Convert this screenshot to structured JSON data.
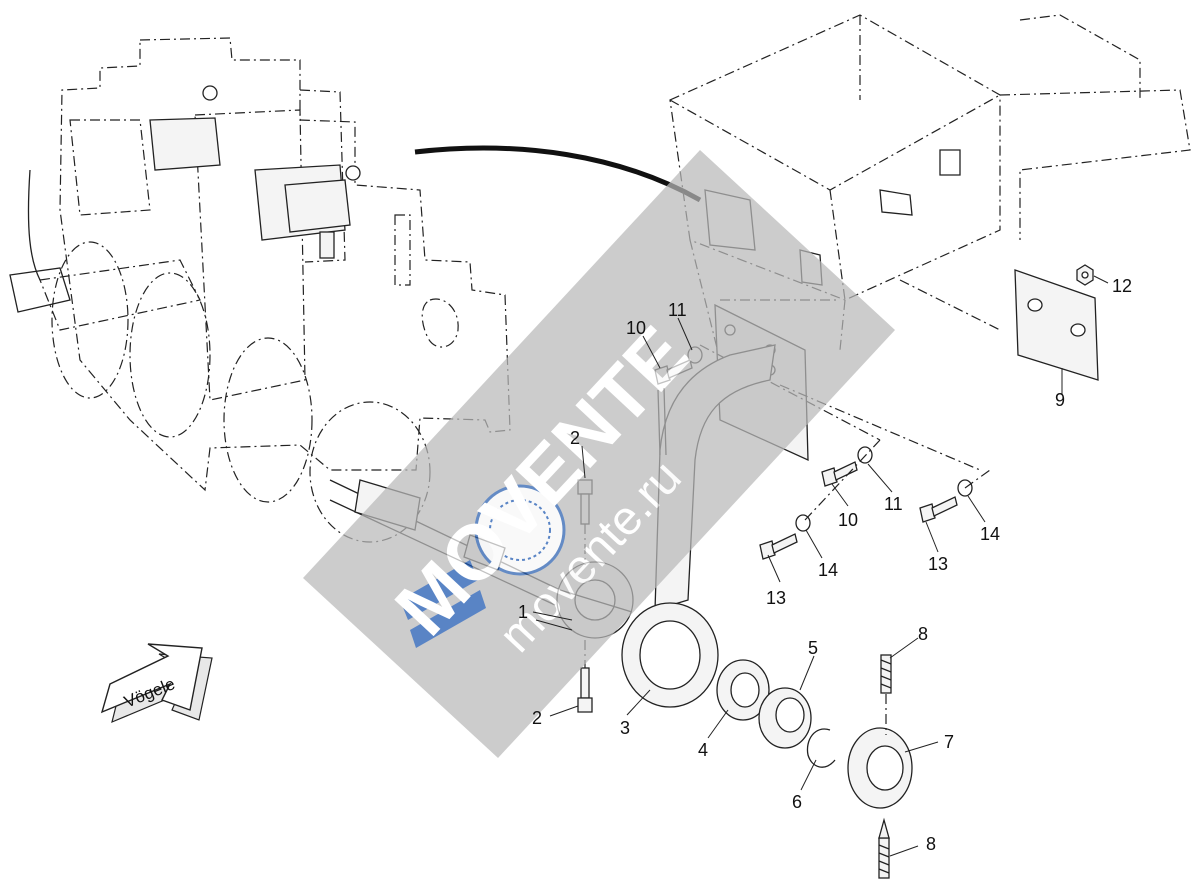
{
  "diagram": {
    "logo_arrow_text": "Vögele",
    "watermark_brand": "MOVENTE",
    "watermark_url": "movente.ru",
    "callouts": [
      {
        "id": "1",
        "text": "1"
      },
      {
        "id": "2a",
        "text": "2"
      },
      {
        "id": "2b",
        "text": "2"
      },
      {
        "id": "3",
        "text": "3"
      },
      {
        "id": "4",
        "text": "4"
      },
      {
        "id": "5",
        "text": "5"
      },
      {
        "id": "6",
        "text": "6"
      },
      {
        "id": "7",
        "text": "7"
      },
      {
        "id": "8a",
        "text": "8"
      },
      {
        "id": "8b",
        "text": "8"
      },
      {
        "id": "9",
        "text": "9"
      },
      {
        "id": "10a",
        "text": "10"
      },
      {
        "id": "10b",
        "text": "10"
      },
      {
        "id": "11a",
        "text": "11"
      },
      {
        "id": "11b",
        "text": "11"
      },
      {
        "id": "12",
        "text": "12"
      },
      {
        "id": "13a",
        "text": "13"
      },
      {
        "id": "13b",
        "text": "13"
      },
      {
        "id": "14a",
        "text": "14"
      },
      {
        "id": "14b",
        "text": "14"
      }
    ],
    "colors": {
      "line": "#222222",
      "watermark_panel": "#b9b9b9",
      "watermark_accent": "#1a56b0"
    }
  }
}
